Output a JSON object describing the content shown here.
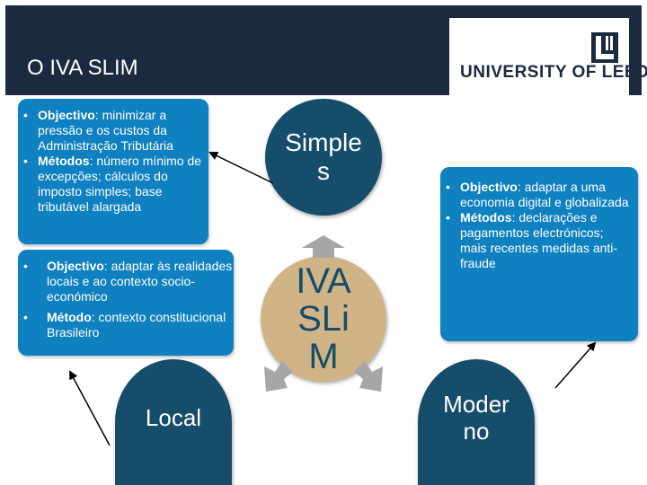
{
  "header": {
    "title": "O IVA SLIM"
  },
  "logo": {
    "text": "UNIVERSITY OF LEEDS"
  },
  "box_top_left": {
    "items": [
      {
        "label": "Objectivo",
        "text": ": minimizar a pressão e os custos da Administração Tributária"
      },
      {
        "label": "Métodos",
        "text": ": número mínimo de excepções; cálculos do imposto simples; base tributável alargada"
      }
    ]
  },
  "box_mid_left": {
    "items": [
      {
        "label": "Objectivo",
        "text": ": adaptar às realidades locais e ao contexto socio-económico"
      },
      {
        "label": "Método",
        "text": ": contexto constitucional Brasileiro"
      }
    ]
  },
  "box_right": {
    "items": [
      {
        "label": "Objectivo",
        "text": ": adaptar a uma economia digital e globalizada"
      },
      {
        "label": "Métodos",
        "text": ": declarações e pagamentos electrónicos; mais recentes medidas anti-fraude"
      }
    ]
  },
  "nodes": {
    "simples": "Simple s",
    "iva": "IVA SLi M",
    "local": "Local",
    "moderno": "Moder no"
  },
  "colors": {
    "header": "#1b2a3f",
    "box": "#0f80c0",
    "node_dark": "#154d6a",
    "node_center": "#d1b486",
    "arrow": "#a6a6a6"
  }
}
